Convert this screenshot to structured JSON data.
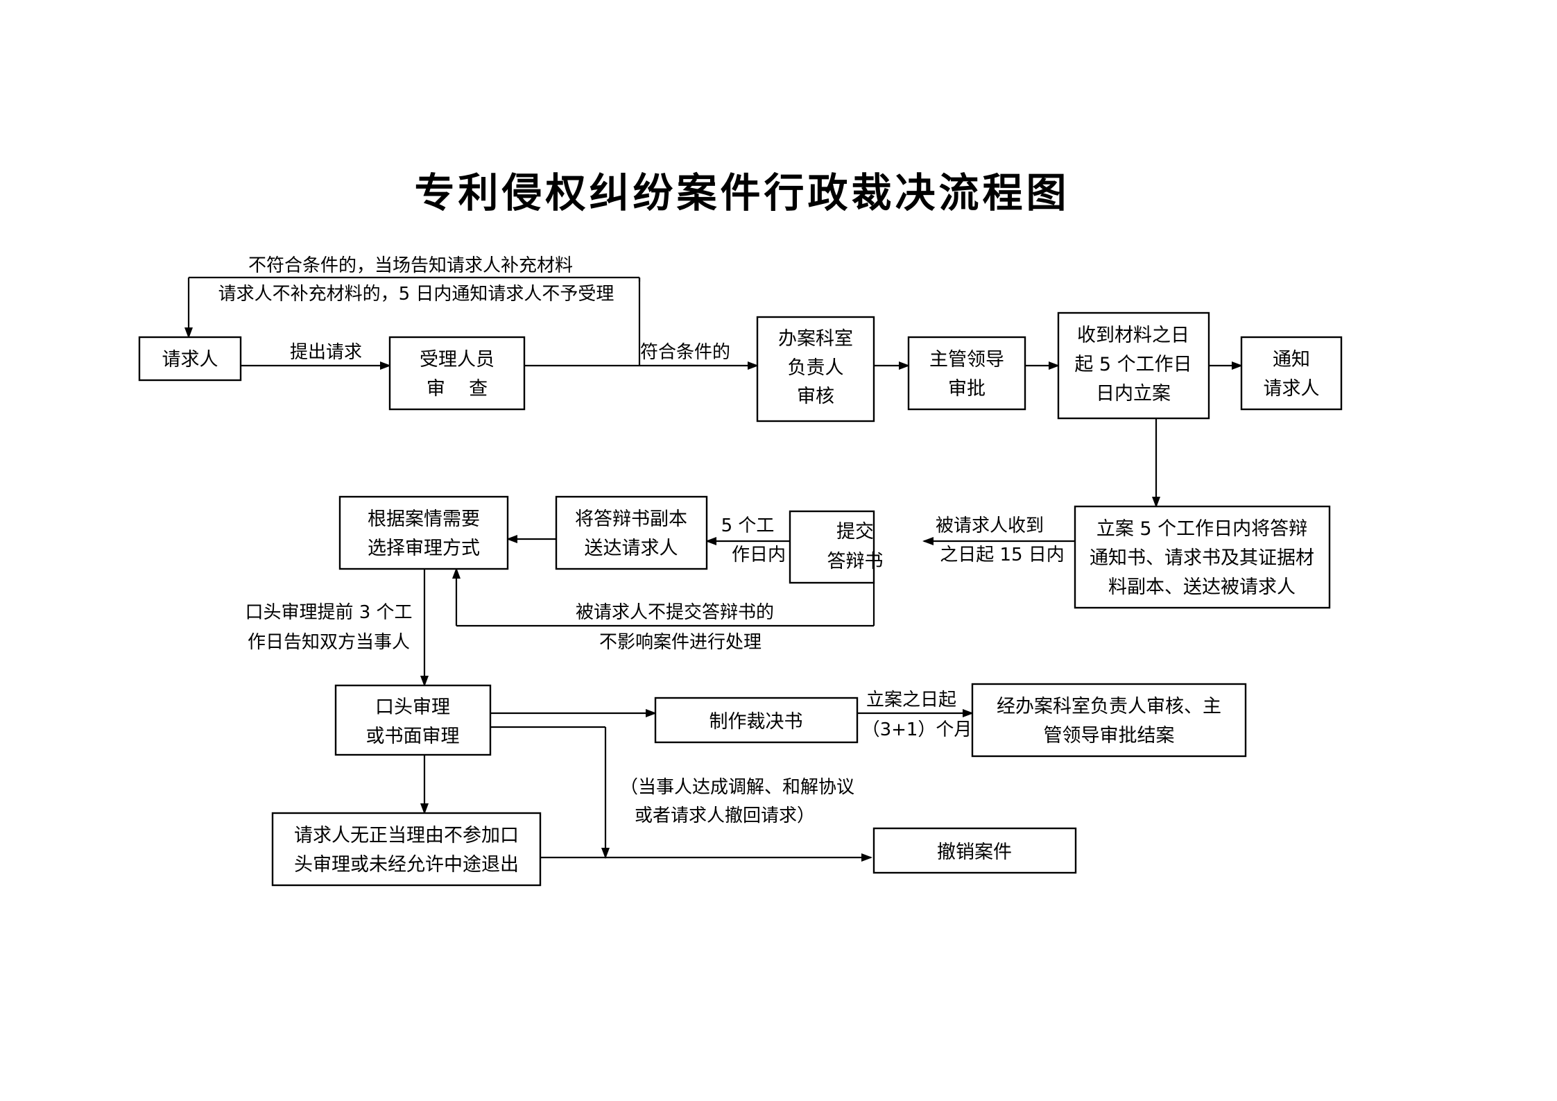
{
  "title": "专利侵权纠纷案件行政裁决流程图",
  "boxes": {
    "requester": [
      "请求人"
    ],
    "review": [
      "受理人员",
      "审    查"
    ],
    "office_head": [
      "办案科室",
      "负责人",
      "审核"
    ],
    "leader": [
      "主管领导",
      "审批"
    ],
    "file_case": [
      "收到材料之日",
      "起 5 个工作日",
      "日内立案"
    ],
    "notify": [
      "通知",
      "请求人"
    ],
    "deliver_notice": [
      "立案 5 个工作日内将答辩",
      "通知书、请求书及其证据材",
      "料副本、送达被请求人"
    ],
    "submit_defense": [
      "提交",
      "答辩书"
    ],
    "send_copy": [
      "将答辩书副本",
      "送达请求人"
    ],
    "choose_mode": [
      "根据案情需要",
      "选择审理方式"
    ],
    "hearing": [
      "口头审理",
      "或书面审理"
    ],
    "decision": [
      "制作裁决书"
    ],
    "close_case": [
      "经办案科室负责人审核、主",
      "管领导审批结案"
    ],
    "withdraw_reason": [
      "请求人无正当理由不参加口",
      "头审理或未经允许中途退出"
    ],
    "revoke": [
      "撤销案件"
    ]
  },
  "labels": {
    "not_qualified_1": "不符合条件的，当场告知请求人补充材料",
    "not_qualified_2": "请求人不补充材料的，5 日内通知请求人不予受理",
    "submit_request": "提出请求",
    "qualified": "符合条件的",
    "respondent_receive_1": "被请求人收到",
    "respondent_receive_2": "之日起 15 日内",
    "five_days_1": "5 个工",
    "five_days_2": "作日内",
    "no_defense_1": "被请求人不提交答辩书的",
    "no_defense_2": "不影响案件进行处理",
    "oral_notice_1": "口头审理提前 3 个工",
    "oral_notice_2": "作日告知双方当事人",
    "months_1": "立案之日起",
    "months_2": "（3+1）个月",
    "mediation_1": "（当事人达成调解、和解协议",
    "mediation_2": "或者请求人撤回请求）"
  }
}
